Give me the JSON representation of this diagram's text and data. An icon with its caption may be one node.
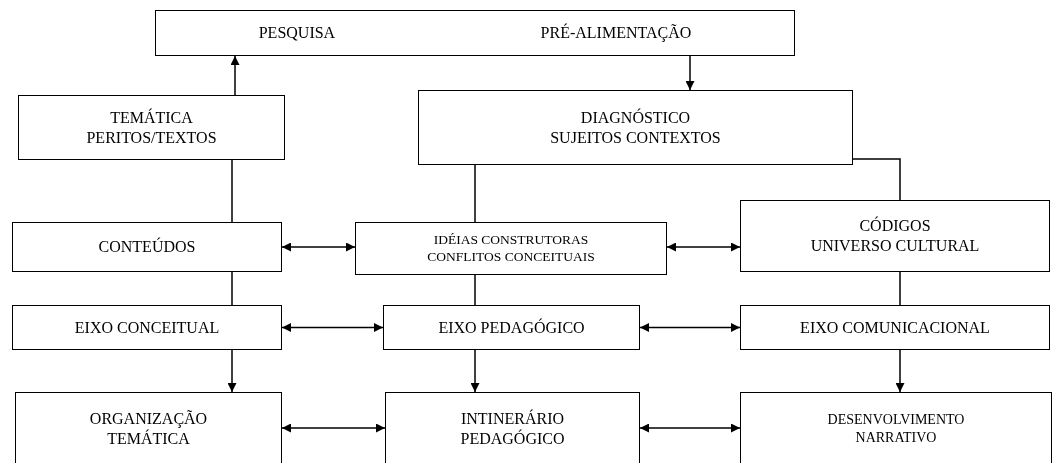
{
  "diagram": {
    "nodes": [
      {
        "text": [
          "PESQUISA",
          "PRÉ-ALIMENTAÇÃO"
        ]
      },
      {
        "text": [
          "TEMÁTICA",
          "PERITOS/TEXTOS"
        ]
      },
      {
        "text": [
          "DIAGNÓSTICO",
          "SUJEITOS CONTEXTOS"
        ]
      },
      {
        "text": [
          "CONTEÚDOS"
        ]
      },
      {
        "text": [
          "IDÉIAS CONSTRUTORAS",
          "CONFLITOS CONCEITUAIS"
        ]
      },
      {
        "text": [
          "CÓDIGOS",
          "UNIVERSO CULTURAL"
        ]
      },
      {
        "text": [
          "EIXO CONCEITUAL"
        ]
      },
      {
        "text": [
          "EIXO PEDAGÓGICO"
        ]
      },
      {
        "text": [
          "EIXO COMUNICACIONAL"
        ]
      },
      {
        "text": [
          "ORGANIZAÇÃO TEMÁTICA"
        ]
      },
      {
        "text": [
          "INTINERÁRIO PEDAGÓGICO"
        ]
      },
      {
        "text": [
          "DESENVOLVIMENTO NARRATIVO"
        ]
      }
    ],
    "edges": [
      {
        "from": 1,
        "to": 0,
        "arrow": "to"
      },
      {
        "from": 0,
        "to": 2,
        "arrow": "to"
      },
      {
        "from": 1,
        "to": 3,
        "arrow": "none"
      },
      {
        "from": 2,
        "to": 4,
        "arrow": "none"
      },
      {
        "from": 2,
        "to": 5,
        "arrow": "none"
      },
      {
        "from": 3,
        "to": 4,
        "arrow": "both"
      },
      {
        "from": 4,
        "to": 5,
        "arrow": "both"
      },
      {
        "from": 3,
        "to": 6,
        "arrow": "none"
      },
      {
        "from": 4,
        "to": 7,
        "arrow": "none"
      },
      {
        "from": 5,
        "to": 8,
        "arrow": "none"
      },
      {
        "from": 6,
        "to": 7,
        "arrow": "both"
      },
      {
        "from": 7,
        "to": 8,
        "arrow": "both"
      },
      {
        "from": 6,
        "to": 9,
        "arrow": "to"
      },
      {
        "from": 7,
        "to": 10,
        "arrow": "to"
      },
      {
        "from": 8,
        "to": 11,
        "arrow": "to"
      },
      {
        "from": 9,
        "to": 10,
        "arrow": "both"
      },
      {
        "from": 10,
        "to": 11,
        "arrow": "both"
      }
    ]
  }
}
